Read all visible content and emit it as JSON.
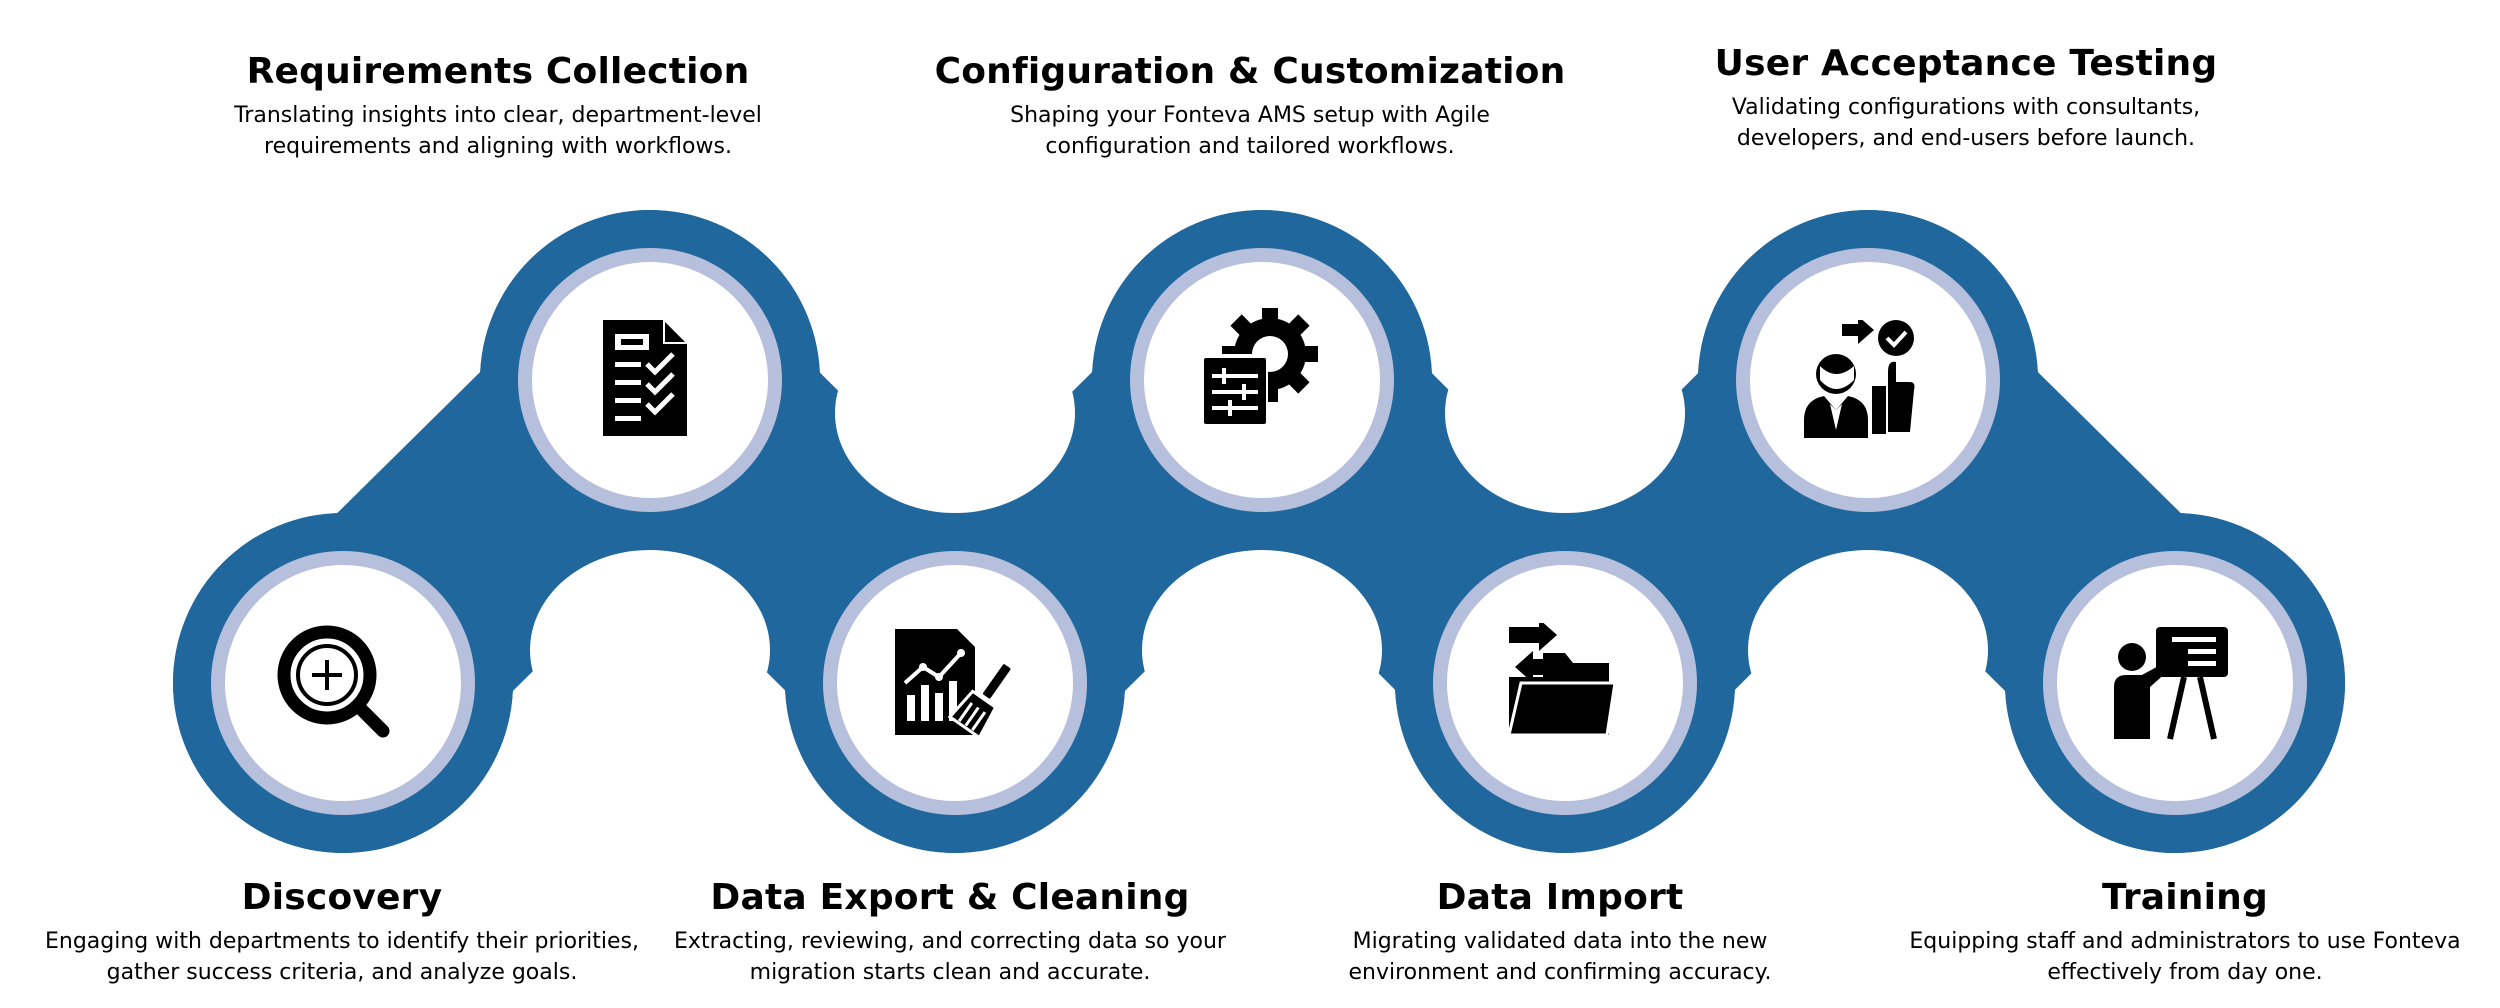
{
  "colors": {
    "chain_blue": "#1f679c",
    "ring_light": "#b6bfdc",
    "icon_black": "#000000",
    "background": "#ffffff"
  },
  "steps": [
    {
      "id": "discovery",
      "title": "Discovery",
      "desc_line1": "Engaging with departments to identify their priorities,",
      "desc_line2": "gather success criteria, and analyze goals.",
      "icon": "magnifier-plus-icon"
    },
    {
      "id": "requirements",
      "title": "Requirements Collection",
      "desc_line1": "Translating insights into clear, department-level",
      "desc_line2": "requirements and aligning with workflows.",
      "icon": "checklist-document-icon"
    },
    {
      "id": "data-export",
      "title": "Data Export & Cleaning",
      "desc_line1": "Extracting, reviewing, and correcting data so your",
      "desc_line2": "migration starts clean and accurate.",
      "icon": "chart-document-brush-icon"
    },
    {
      "id": "configuration",
      "title": "Configuration & Customization",
      "desc_line1": "Shaping your Fonteva AMS setup with Agile",
      "desc_line2": "configuration and tailored workflows.",
      "icon": "gear-settings-icon"
    },
    {
      "id": "data-import",
      "title": "Data Import",
      "desc_line1": "Migrating validated data into the new",
      "desc_line2": "environment and confirming accuracy.",
      "icon": "folder-transfer-icon"
    },
    {
      "id": "uat",
      "title": "User Acceptance Testing",
      "desc_line1": "Validating configurations with consultants,",
      "desc_line2": "developers, and end-users before launch.",
      "icon": "user-approval-icon"
    },
    {
      "id": "training",
      "title": "Training",
      "desc_line1": "Equipping staff and administrators to use Fonteva",
      "desc_line2": "effectively from day one.",
      "icon": "presenter-board-icon"
    }
  ]
}
